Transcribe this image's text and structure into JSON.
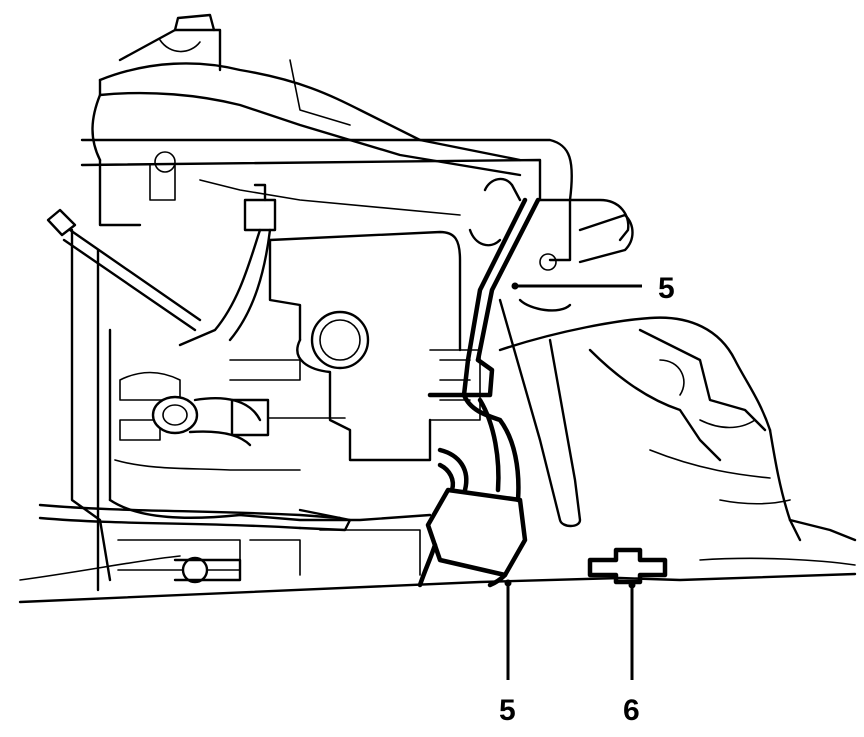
{
  "callouts": {
    "upper_hose": "5",
    "lower_hose": "5",
    "connector": "6"
  },
  "colors": {
    "line": "#000000",
    "background": "#ffffff"
  }
}
